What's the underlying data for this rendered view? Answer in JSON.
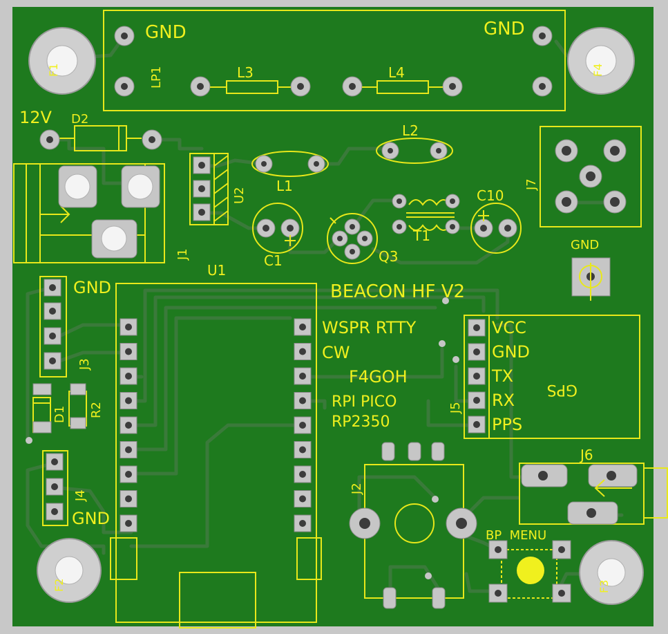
{
  "board": {
    "colors": {
      "soldermask": "#1e7a1e",
      "silkscreen": "#e8e81a",
      "pad": "#c6c6c6",
      "background": "#c8c8c8"
    }
  },
  "labels": {
    "lp1_gnd_left": "GND",
    "lp1_gnd_right": "GND",
    "lp1": "LP1",
    "l3": "L3",
    "l4": "L4",
    "v12": "12V",
    "d2": "D2",
    "l2": "L2",
    "l1": "L1",
    "u2": "U2",
    "j1": "J1",
    "c1": "C1",
    "q3": "Q3",
    "t1": "T1",
    "c10": "C10",
    "j7": "J7",
    "gnd_test": "GND",
    "u1": "U1",
    "beacon": "BEACON HF V2",
    "j3_gnd": "GND",
    "j3": "J3",
    "wspr": "WSPR RTTY",
    "cw": "CW",
    "f4goh": "F4GOH",
    "rpi": "RPI PICO",
    "rp2350": "RP2350",
    "d1": "D1",
    "r2": "R2",
    "j5": "J5",
    "vcc": "VCC",
    "gps_gnd": "GND",
    "tx": "TX",
    "rx": "RX",
    "pps": "PPS",
    "gps": "GPS",
    "j6": "J6",
    "j4": "J4",
    "j4_gnd": "GND",
    "j2": "J2",
    "bp_menu": "BP  MENU"
  }
}
